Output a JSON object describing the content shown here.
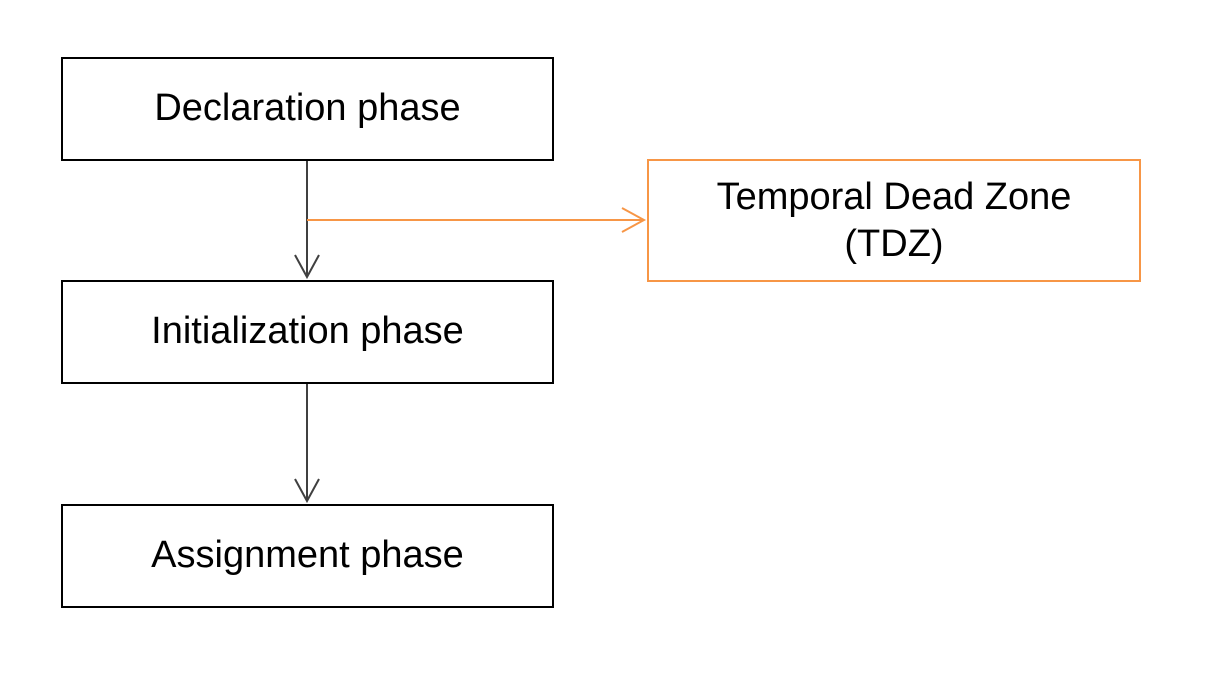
{
  "diagram": {
    "nodes": {
      "declaration": {
        "label": "Declaration phase"
      },
      "initialization": {
        "label": "Initialization phase"
      },
      "assignment": {
        "label": "Assignment phase"
      },
      "tdz": {
        "line1": "Temporal Dead Zone",
        "line2": "(TDZ)"
      }
    },
    "edges": [
      {
        "from": "Declaration phase",
        "to": "Initialization phase"
      },
      {
        "from": "Initialization phase",
        "to": "Assignment phase"
      },
      {
        "from": "Declaration phase → Initialization phase",
        "to": "Temporal Dead Zone (TDZ)"
      }
    ],
    "colors": {
      "box_border": "#000000",
      "tdz_border": "#f79646",
      "arrow": "#404040",
      "tdz_arrow": "#f79646"
    }
  }
}
